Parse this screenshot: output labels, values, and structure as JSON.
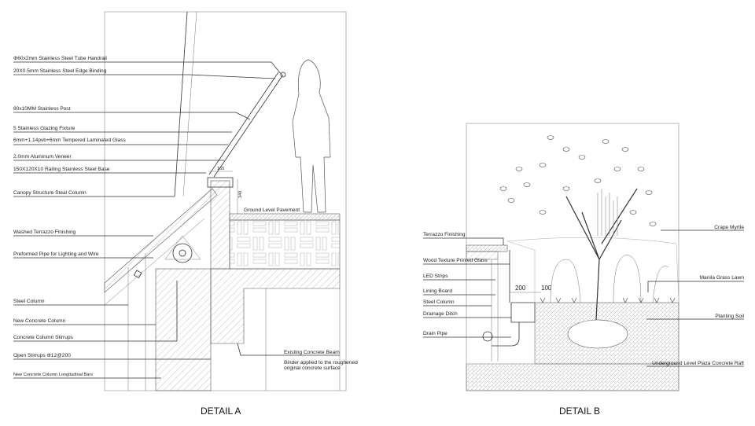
{
  "detail_a": {
    "title": "DETAIL A",
    "labels": [
      "Φ60x2mm Stainless Steel Tube Handrail",
      "20X0.5mm Stainless Steel Edge Binding",
      "80x10MM Stainless Post",
      "5 Stainless Glazing Fixture",
      "6mm+1.14pvb+6mm Tempered Laminated Glass",
      "2.0mm Aluminum Veneer",
      "150X120X10 Railing Stainless Steel Base",
      "Canopy Structure Steal Column",
      "Washed Terrazzo Finishing",
      "Preformed Pipe for Lighting and Wire",
      "Steel Column",
      "New Concrete Column",
      "Concrete Column Stirrups",
      "Open Stirrups Φ12@200",
      "New Concrete Column Longitudinal Bars"
    ],
    "ground_label": "Ground Level Pavement",
    "beam_label": "Existing Concrete Beam",
    "binder_line1": "Binder applied to the roughened",
    "binder_line2": "original concrete surface",
    "dim_width": "165",
    "dim_height": "340"
  },
  "detail_b": {
    "title": "DETAIL B",
    "left_labels": [
      "Terrazzo Finishing",
      "Wood Texture Printed Glass",
      "LED Strips",
      "Lining Board",
      "Steel Column",
      "Drainage Ditch",
      "Drain Pipe"
    ],
    "right_labels": [
      "Crape Myrtle",
      "Manila Grass Lawn",
      "Planting Soil",
      "Underground Level Plaza Concrete Raft"
    ],
    "dim_1": "200",
    "dim_2": "100"
  }
}
